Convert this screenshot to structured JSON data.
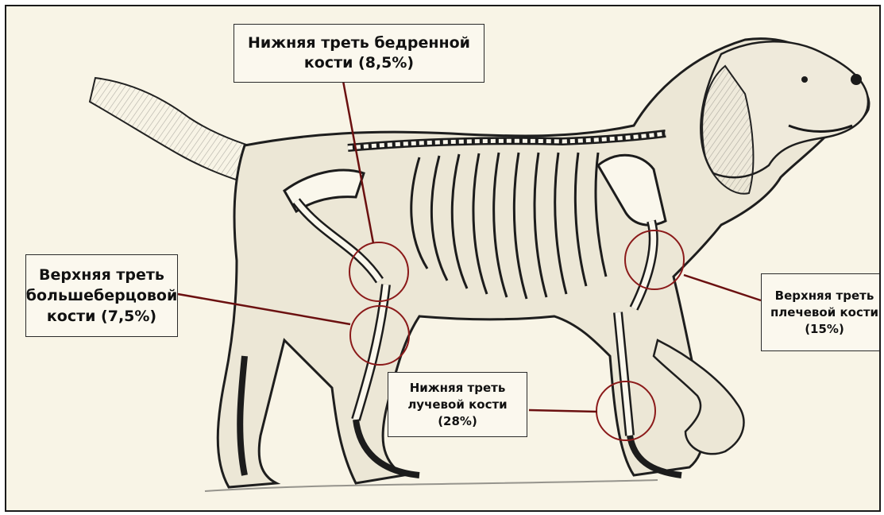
{
  "labels": {
    "femur": {
      "line1": "Нижняя треть бедренной",
      "line2": "кости (8,5%)"
    },
    "tibia": {
      "line1": "Верхняя треть",
      "line2": "большеберцовой",
      "line3": "кости (7,5%)"
    },
    "radius": {
      "line1": "Нижняя треть",
      "line2": "лучевой кости",
      "line3": "(28%)"
    },
    "humerus": {
      "line1": "Верхняя треть",
      "line2": "плечевой кости",
      "line3": "(15%)"
    }
  },
  "colors": {
    "callout_circle": "#8b1a1a",
    "leader_line": "#6b1010",
    "sketch": "#1c1c1c",
    "paper": "#f8f4e6"
  }
}
